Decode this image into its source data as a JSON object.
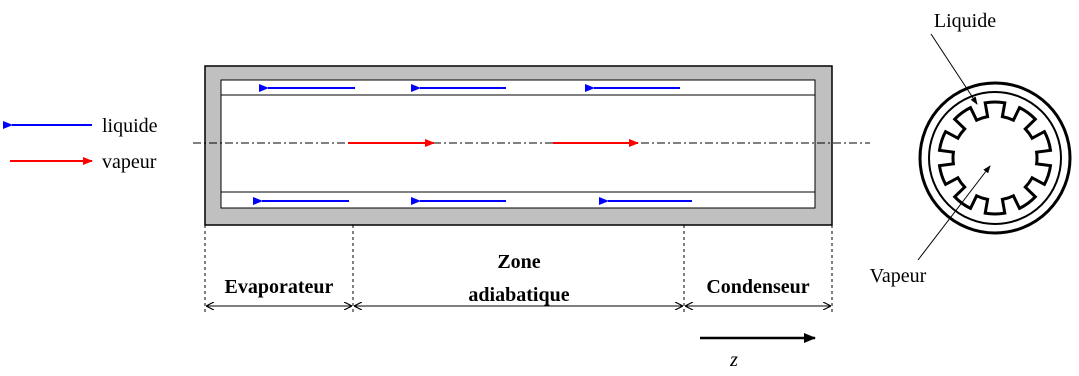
{
  "legend": {
    "liquid_label": "liquide",
    "vapor_label": "vapeur",
    "liquid_color": "#0000ff",
    "vapor_color": "#ff0000"
  },
  "zones": {
    "evaporator": "Evaporateur",
    "adiabatic_line1": "Zone",
    "adiabatic_line2": "adiabatique",
    "condenser": "Condenseur"
  },
  "axis": {
    "label": "z"
  },
  "cross_section": {
    "liquid_label": "Liquide",
    "vapor_label": "Vapeur"
  },
  "colors": {
    "wall": "#c0c0c0",
    "outline": "#000000"
  }
}
